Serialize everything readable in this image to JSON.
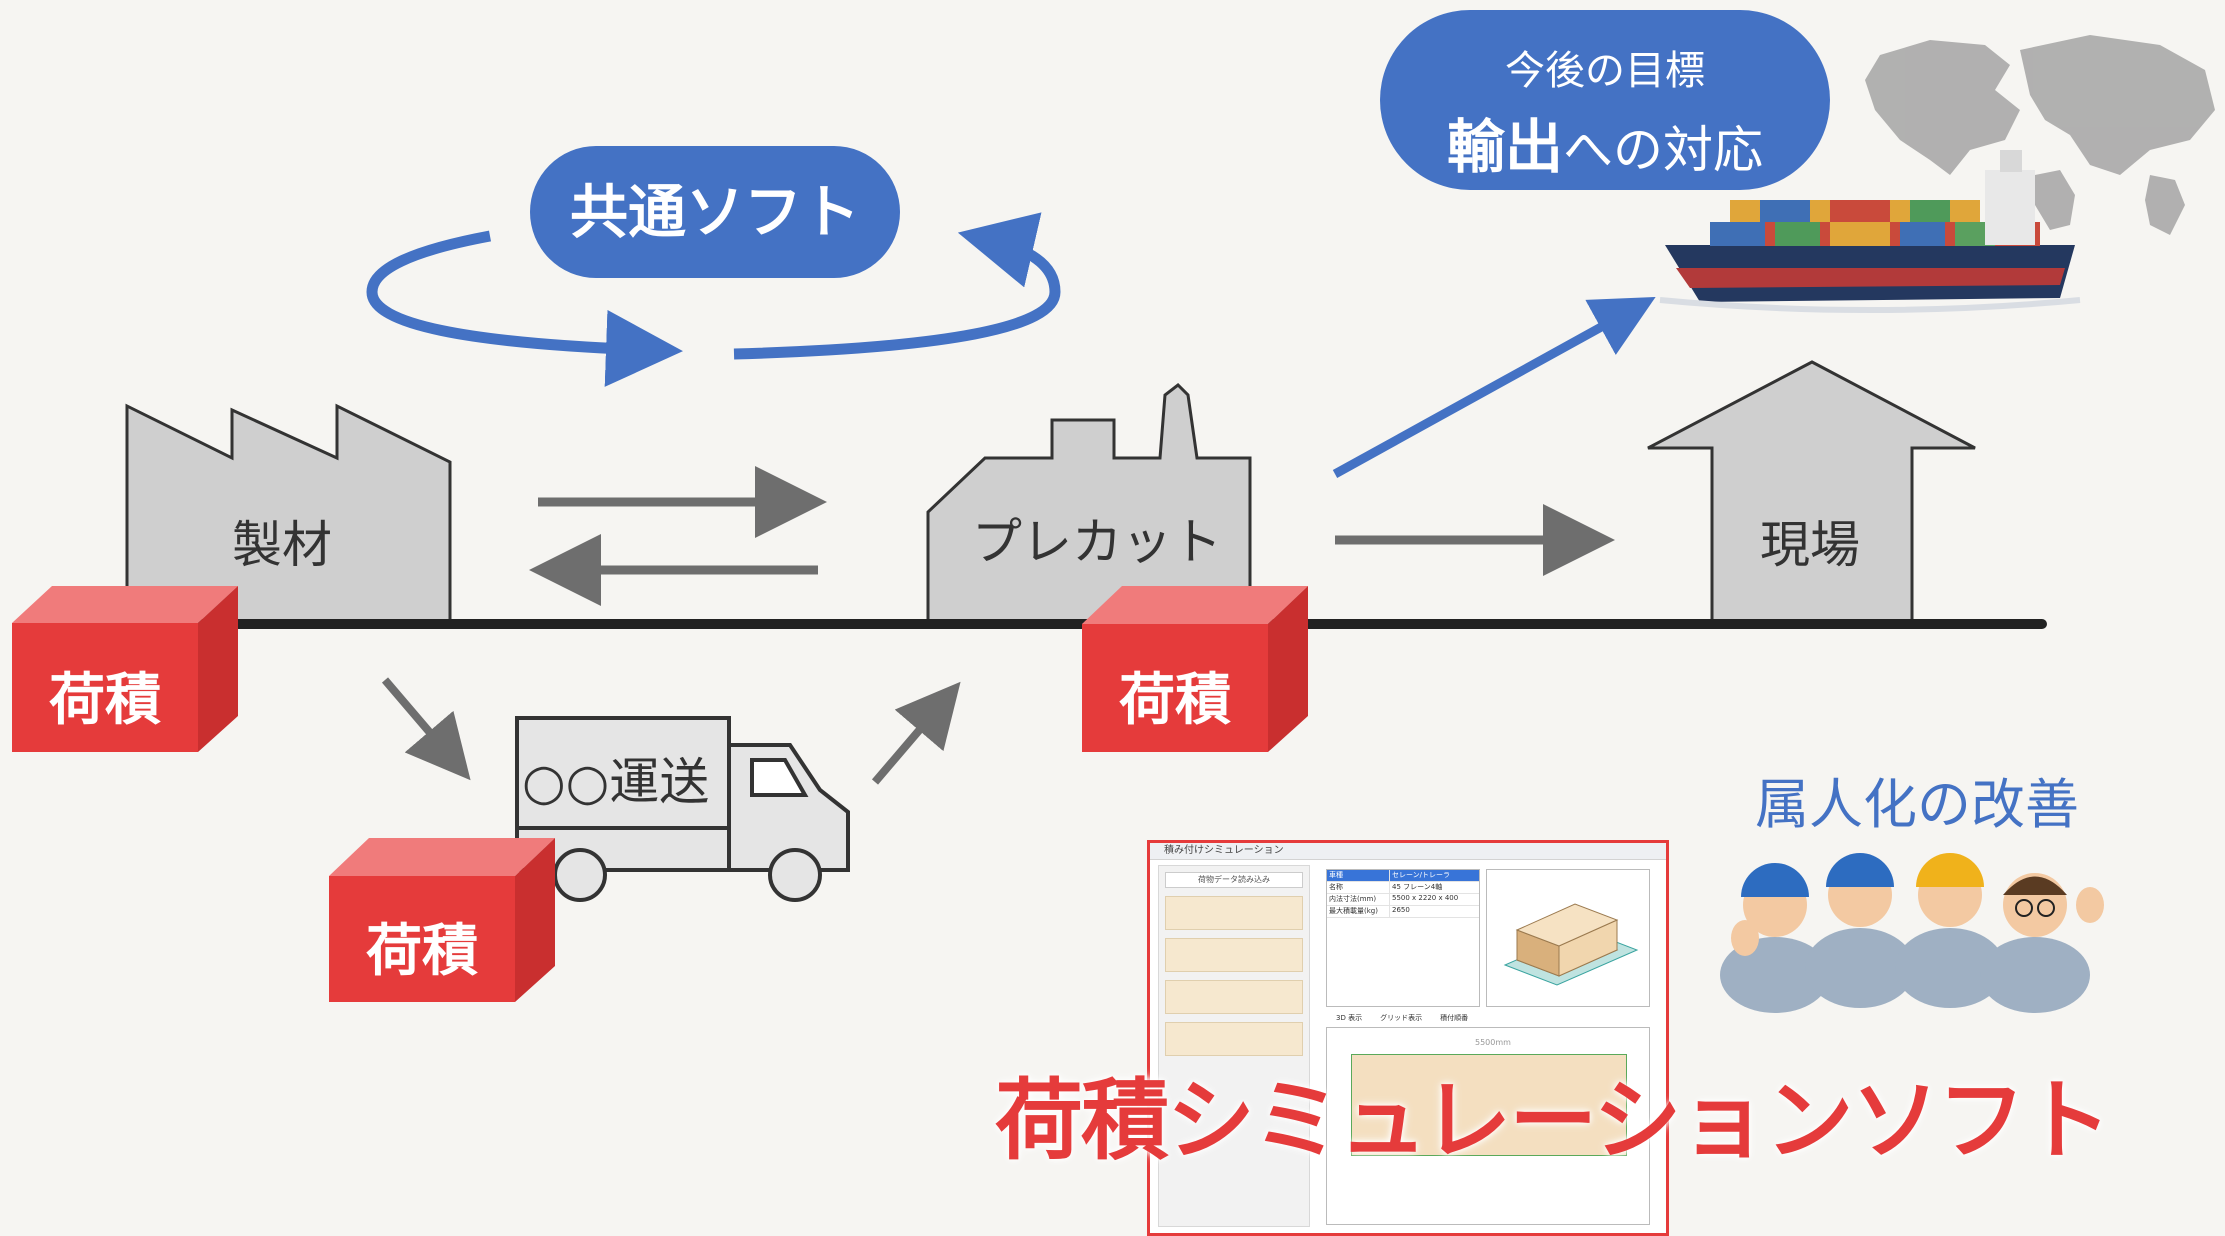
{
  "common_soft": {
    "label": "共通ソフト"
  },
  "goal": {
    "line1": "今後の目標",
    "line2_bold": "輸出",
    "line2_rest": "への対応"
  },
  "nodes": {
    "sawmill": "製材",
    "precut": "プレカット",
    "site": "現場"
  },
  "truck": {
    "label": "○○運送"
  },
  "loading_boxes": [
    "荷積",
    "荷積",
    "荷積"
  ],
  "software": {
    "title": "荷積シミュレーションソフト",
    "window_title": "積み付けシミュレーション",
    "left_button": "荷物データ読み込み",
    "rows": [
      "",
      "",
      "",
      ""
    ],
    "table": [
      [
        "車種",
        "セレーン/トレーラ"
      ],
      [
        "名称",
        "45 フレーン4軸"
      ],
      [
        "内法寸法(mm)",
        "5500 x 2220 x 400"
      ],
      [
        "最大積載量(kg)",
        "2650"
      ]
    ],
    "tabs": [
      "3D 表示",
      "グリッド表示",
      "積付順番"
    ],
    "plan_width_label": "5500mm"
  },
  "improvement": {
    "label": "属人化の改善"
  },
  "colors": {
    "blue": "#4472c4",
    "red": "#e53b3b",
    "building_gray": "#cfcfcf",
    "arrow_gray": "#6e6e6e"
  }
}
